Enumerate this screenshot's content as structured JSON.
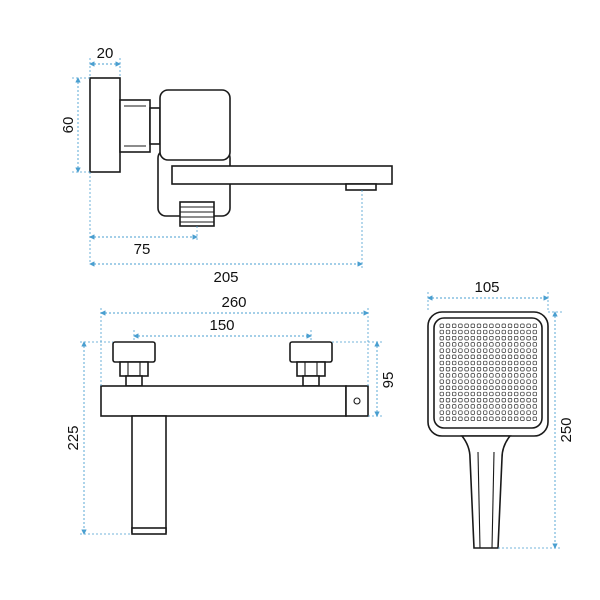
{
  "colors": {
    "outline": "#1a1a1a",
    "dimension_line": "#4a9fd0",
    "background": "#ffffff"
  },
  "side_view": {
    "dim_plate_width": "20",
    "dim_height": "60",
    "dim_outlet_depth": "75",
    "dim_spout_length": "205"
  },
  "front_view": {
    "dim_total_width": "260",
    "dim_center_distance": "150",
    "dim_body_height": "95",
    "dim_total_height": "225"
  },
  "hand_shower": {
    "dim_width": "105",
    "dim_length": "250"
  }
}
